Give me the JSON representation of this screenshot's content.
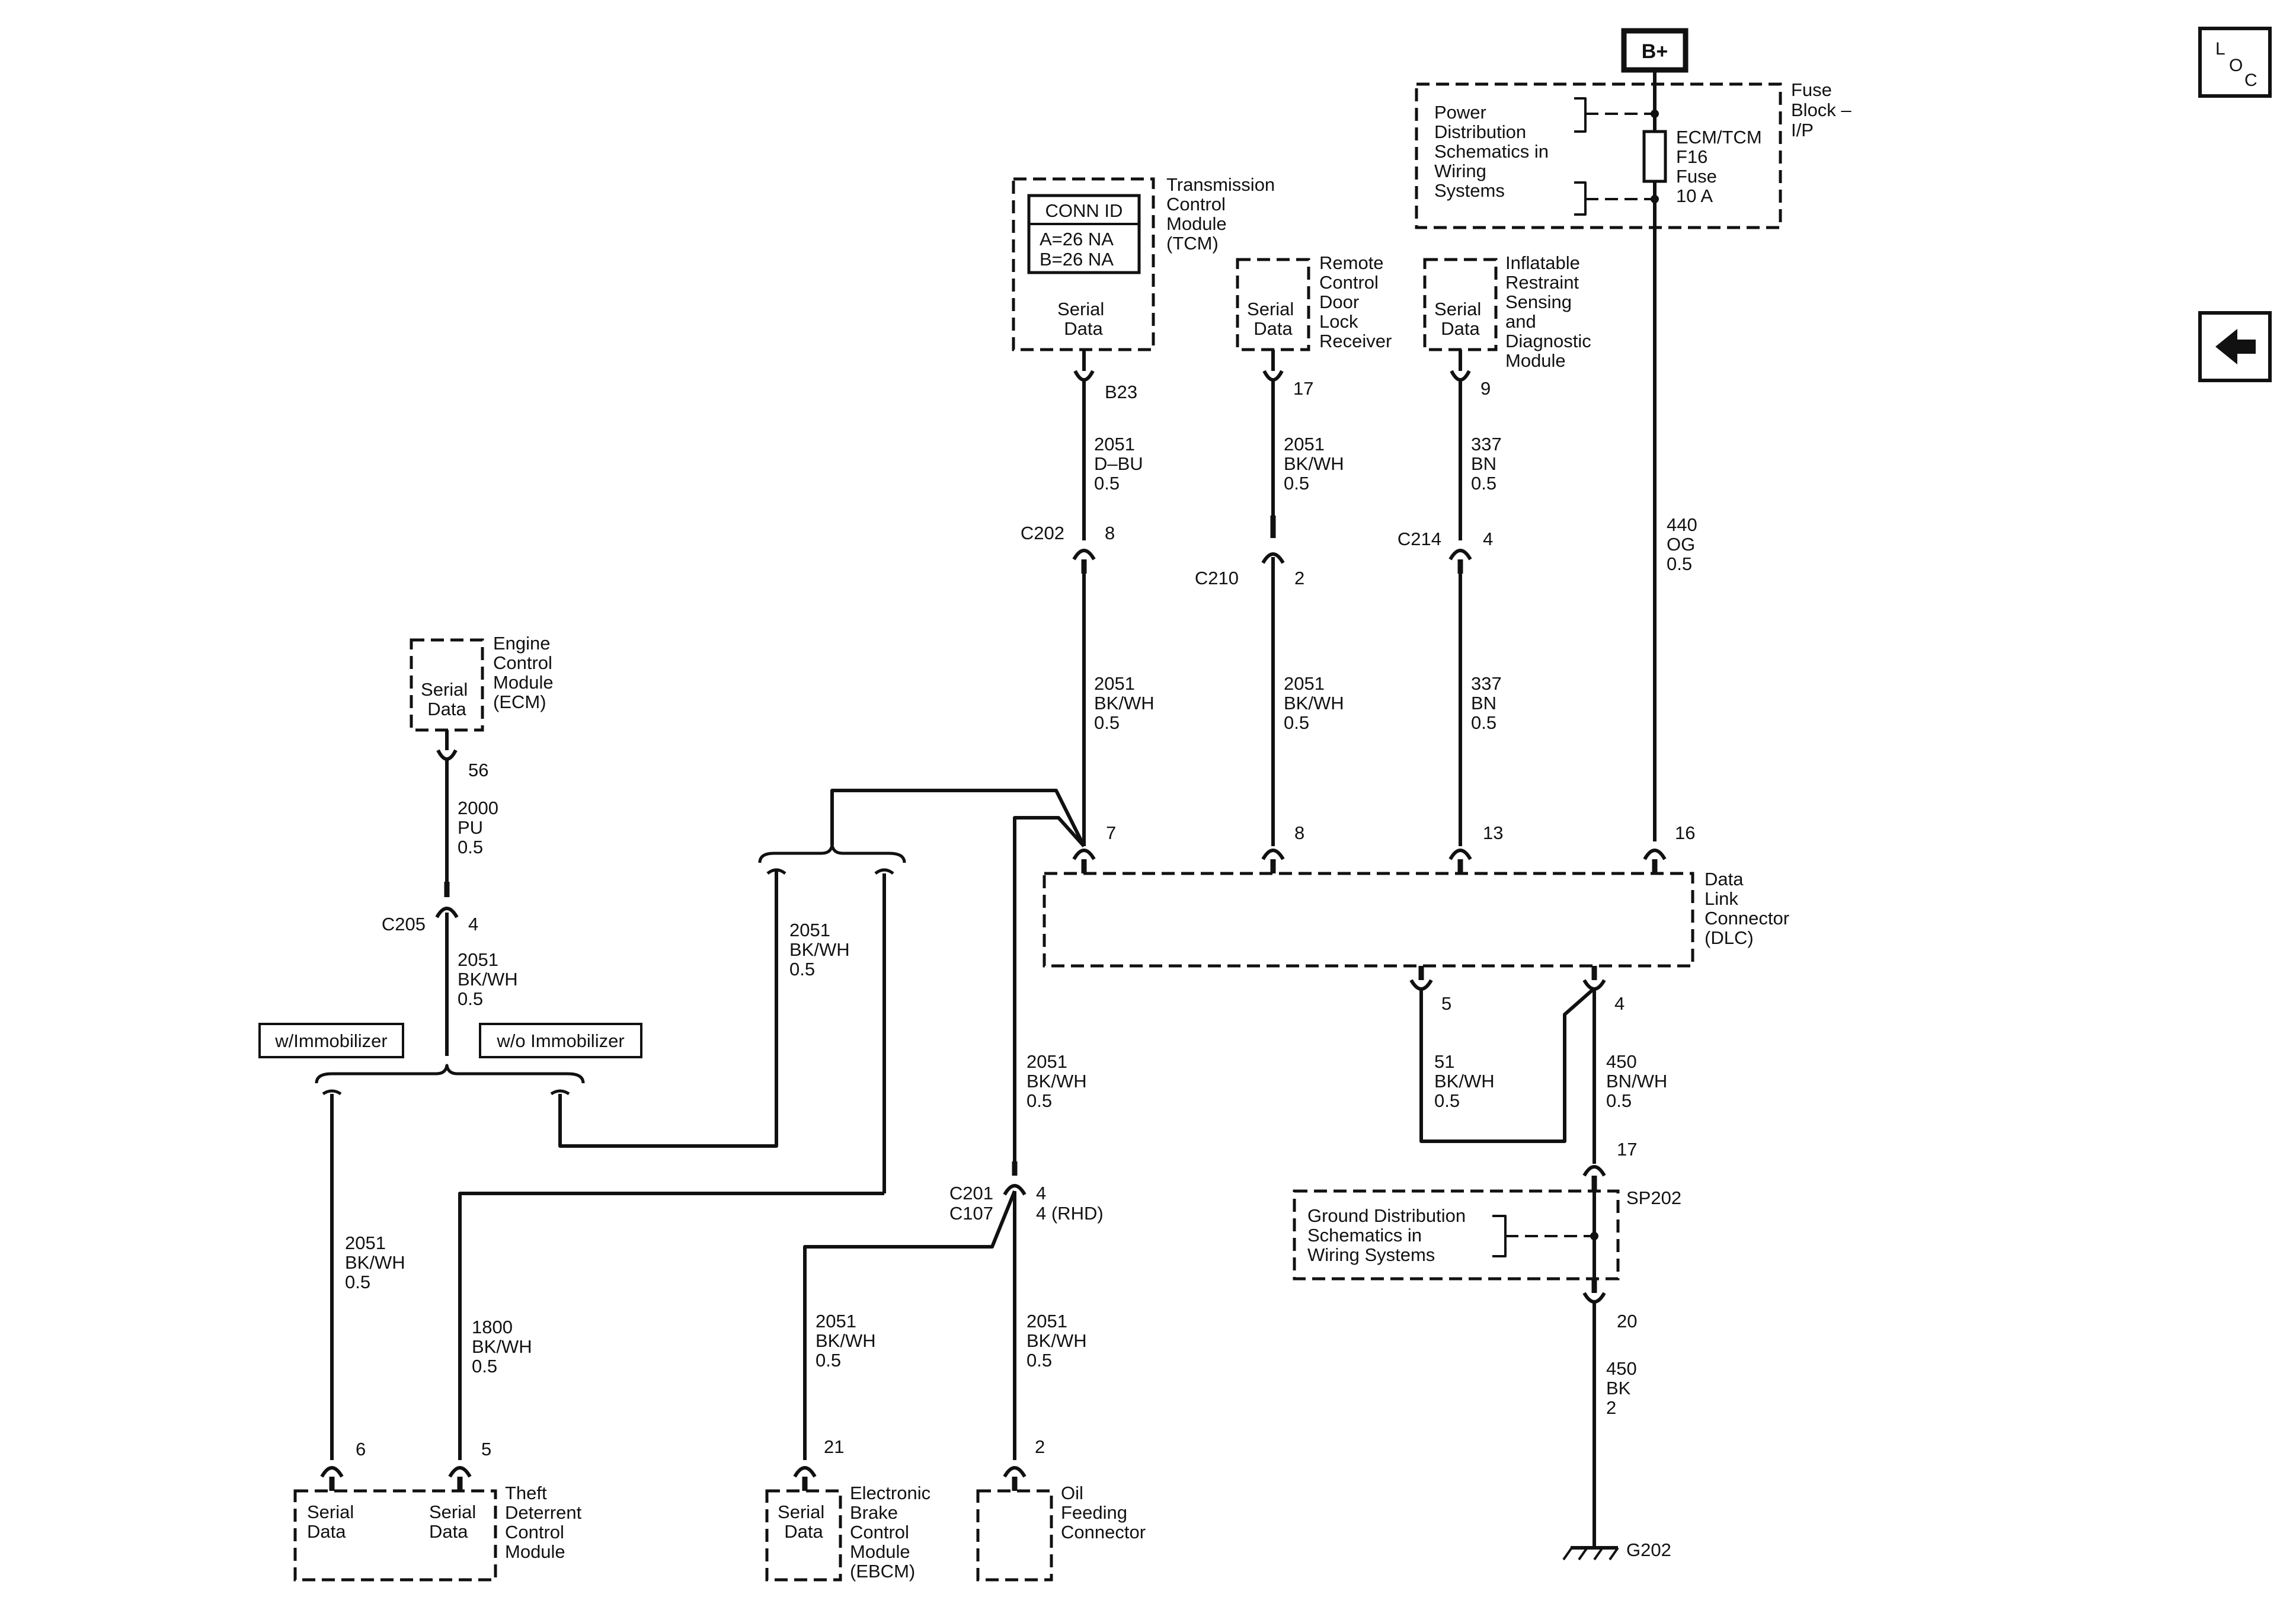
{
  "nav": {
    "loc_l": "L",
    "loc_o": "O",
    "loc_c": "C",
    "back_icon": "arrow-left-icon"
  },
  "power": {
    "label": "B+",
    "fuse_block_lines": [
      "Fuse",
      "Block –",
      "I/P"
    ],
    "pds_lines": [
      "Power",
      "Distribution",
      "Schematics in",
      "Wiring",
      "Systems"
    ],
    "fuse_lines": [
      "ECM/TCM",
      "F16",
      "Fuse",
      "10 A"
    ]
  },
  "tcm": {
    "conn_id": "CONN ID",
    "conn_a": "A=26 NA",
    "conn_b": "B=26 NA",
    "serial_lines": [
      "Serial",
      "Data"
    ],
    "name_lines": [
      "Transmission",
      "Control",
      "Module",
      "(TCM)"
    ],
    "pin": "B23",
    "wire_upper": [
      "2051",
      "D–BU",
      "0.5"
    ],
    "conn": "C202",
    "conn_pin": "8",
    "wire_lower": [
      "2051",
      "BK/WH",
      "0.5"
    ],
    "dlc_pin": "7"
  },
  "rcdlr": {
    "serial_lines": [
      "Serial",
      "Data"
    ],
    "name_lines": [
      "Remote",
      "Control",
      "Door",
      "Lock",
      "Receiver"
    ],
    "pin": "17",
    "wire_upper": [
      "2051",
      "BK/WH",
      "0.5"
    ],
    "conn": "C210",
    "conn_pin": "2",
    "wire_lower": [
      "2051",
      "BK/WH",
      "0.5"
    ],
    "dlc_pin": "8"
  },
  "sdm": {
    "serial_lines": [
      "Serial",
      "Data"
    ],
    "name_lines": [
      "Inflatable",
      "Restraint",
      "Sensing",
      "and",
      "Diagnostic",
      "Module"
    ],
    "pin": "9",
    "wire_upper": [
      "337",
      "BN",
      "0.5"
    ],
    "conn": "C214",
    "conn_pin": "4",
    "wire_lower": [
      "337",
      "BN",
      "0.5"
    ],
    "dlc_pin": "13"
  },
  "bplus_wire": {
    "wire": [
      "440",
      "OG",
      "0.5"
    ],
    "dlc_pin": "16"
  },
  "dlc": {
    "name_lines": [
      "Data",
      "Link",
      "Connector",
      "(DLC)"
    ],
    "pin5": "5",
    "pin4": "4",
    "wire5": [
      "51",
      "BK/WH",
      "0.5"
    ],
    "wire4": [
      "450",
      "BN/WH",
      "0.5"
    ]
  },
  "ground": {
    "pin17": "17",
    "splice": "SP202",
    "gds_lines": [
      "Ground Distribution",
      "Schematics in",
      "Wiring Systems"
    ],
    "pin20": "20",
    "wire": [
      "450",
      "BK",
      "2"
    ],
    "ground_label": "G202"
  },
  "ecm": {
    "serial_lines": [
      "Serial",
      "Data"
    ],
    "name_lines": [
      "Engine",
      "Control",
      "Module",
      "(ECM)"
    ],
    "pin": "56",
    "wire_upper": [
      "2000",
      "PU",
      "0.5"
    ],
    "conn": "C205",
    "conn_pin": "4",
    "wire_lower": [
      "2051",
      "BK/WH",
      "0.5"
    ]
  },
  "options": {
    "with_immobilizer": "w/Immobilizer",
    "without_immobilizer": "w/o Immobilizer"
  },
  "center_wires": {
    "wire_right_branch": [
      "2051",
      "BK/WH",
      "0.5"
    ],
    "wire_c201": [
      "2051",
      "BK/WH",
      "0.5"
    ],
    "c201": "C201",
    "c107": "C107",
    "c201_pin": "4",
    "c107_pin": "4 (RHD)",
    "wire_ebcm": [
      "2051",
      "BK/WH",
      "0.5"
    ],
    "wire_oil": [
      "2051",
      "BK/WH",
      "0.5"
    ]
  },
  "tdm": {
    "serial1": [
      "Serial",
      "Data"
    ],
    "serial2": [
      "Serial",
      "Data"
    ],
    "name_lines": [
      "Theft",
      "Deterrent",
      "Control",
      "Module"
    ],
    "pin6": "6",
    "pin5": "5",
    "wire6": [
      "2051",
      "BK/WH",
      "0.5"
    ],
    "wire5": [
      "1800",
      "BK/WH",
      "0.5"
    ]
  },
  "ebcm": {
    "serial_lines": [
      "Serial",
      "Data"
    ],
    "name_lines": [
      "Electronic",
      "Brake",
      "Control",
      "Module",
      "(EBCM)"
    ],
    "pin": "21"
  },
  "oil": {
    "name_lines": [
      "Oil",
      "Feeding",
      "Connector"
    ],
    "pin": "2"
  }
}
